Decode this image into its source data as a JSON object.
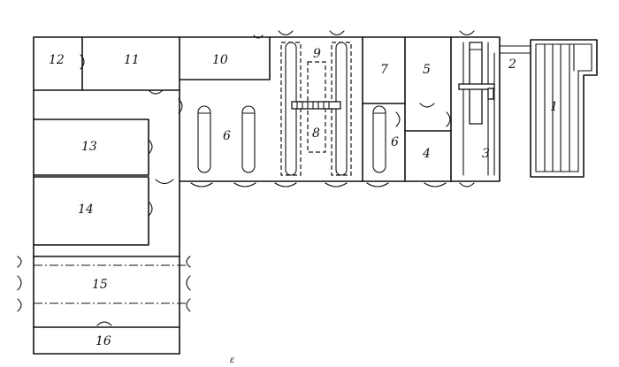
{
  "labels": {
    "r1": "1",
    "r2": "2",
    "r3": "3",
    "r4": "4",
    "r5": "5",
    "r6a": "6",
    "r6b": "6",
    "r7": "7",
    "r8": "8",
    "r9": "9",
    "r10": "10",
    "r11": "11",
    "r12": "12",
    "r13": "13",
    "r14": "14",
    "r15": "15",
    "r16": "16"
  },
  "footer_mark": "ε"
}
